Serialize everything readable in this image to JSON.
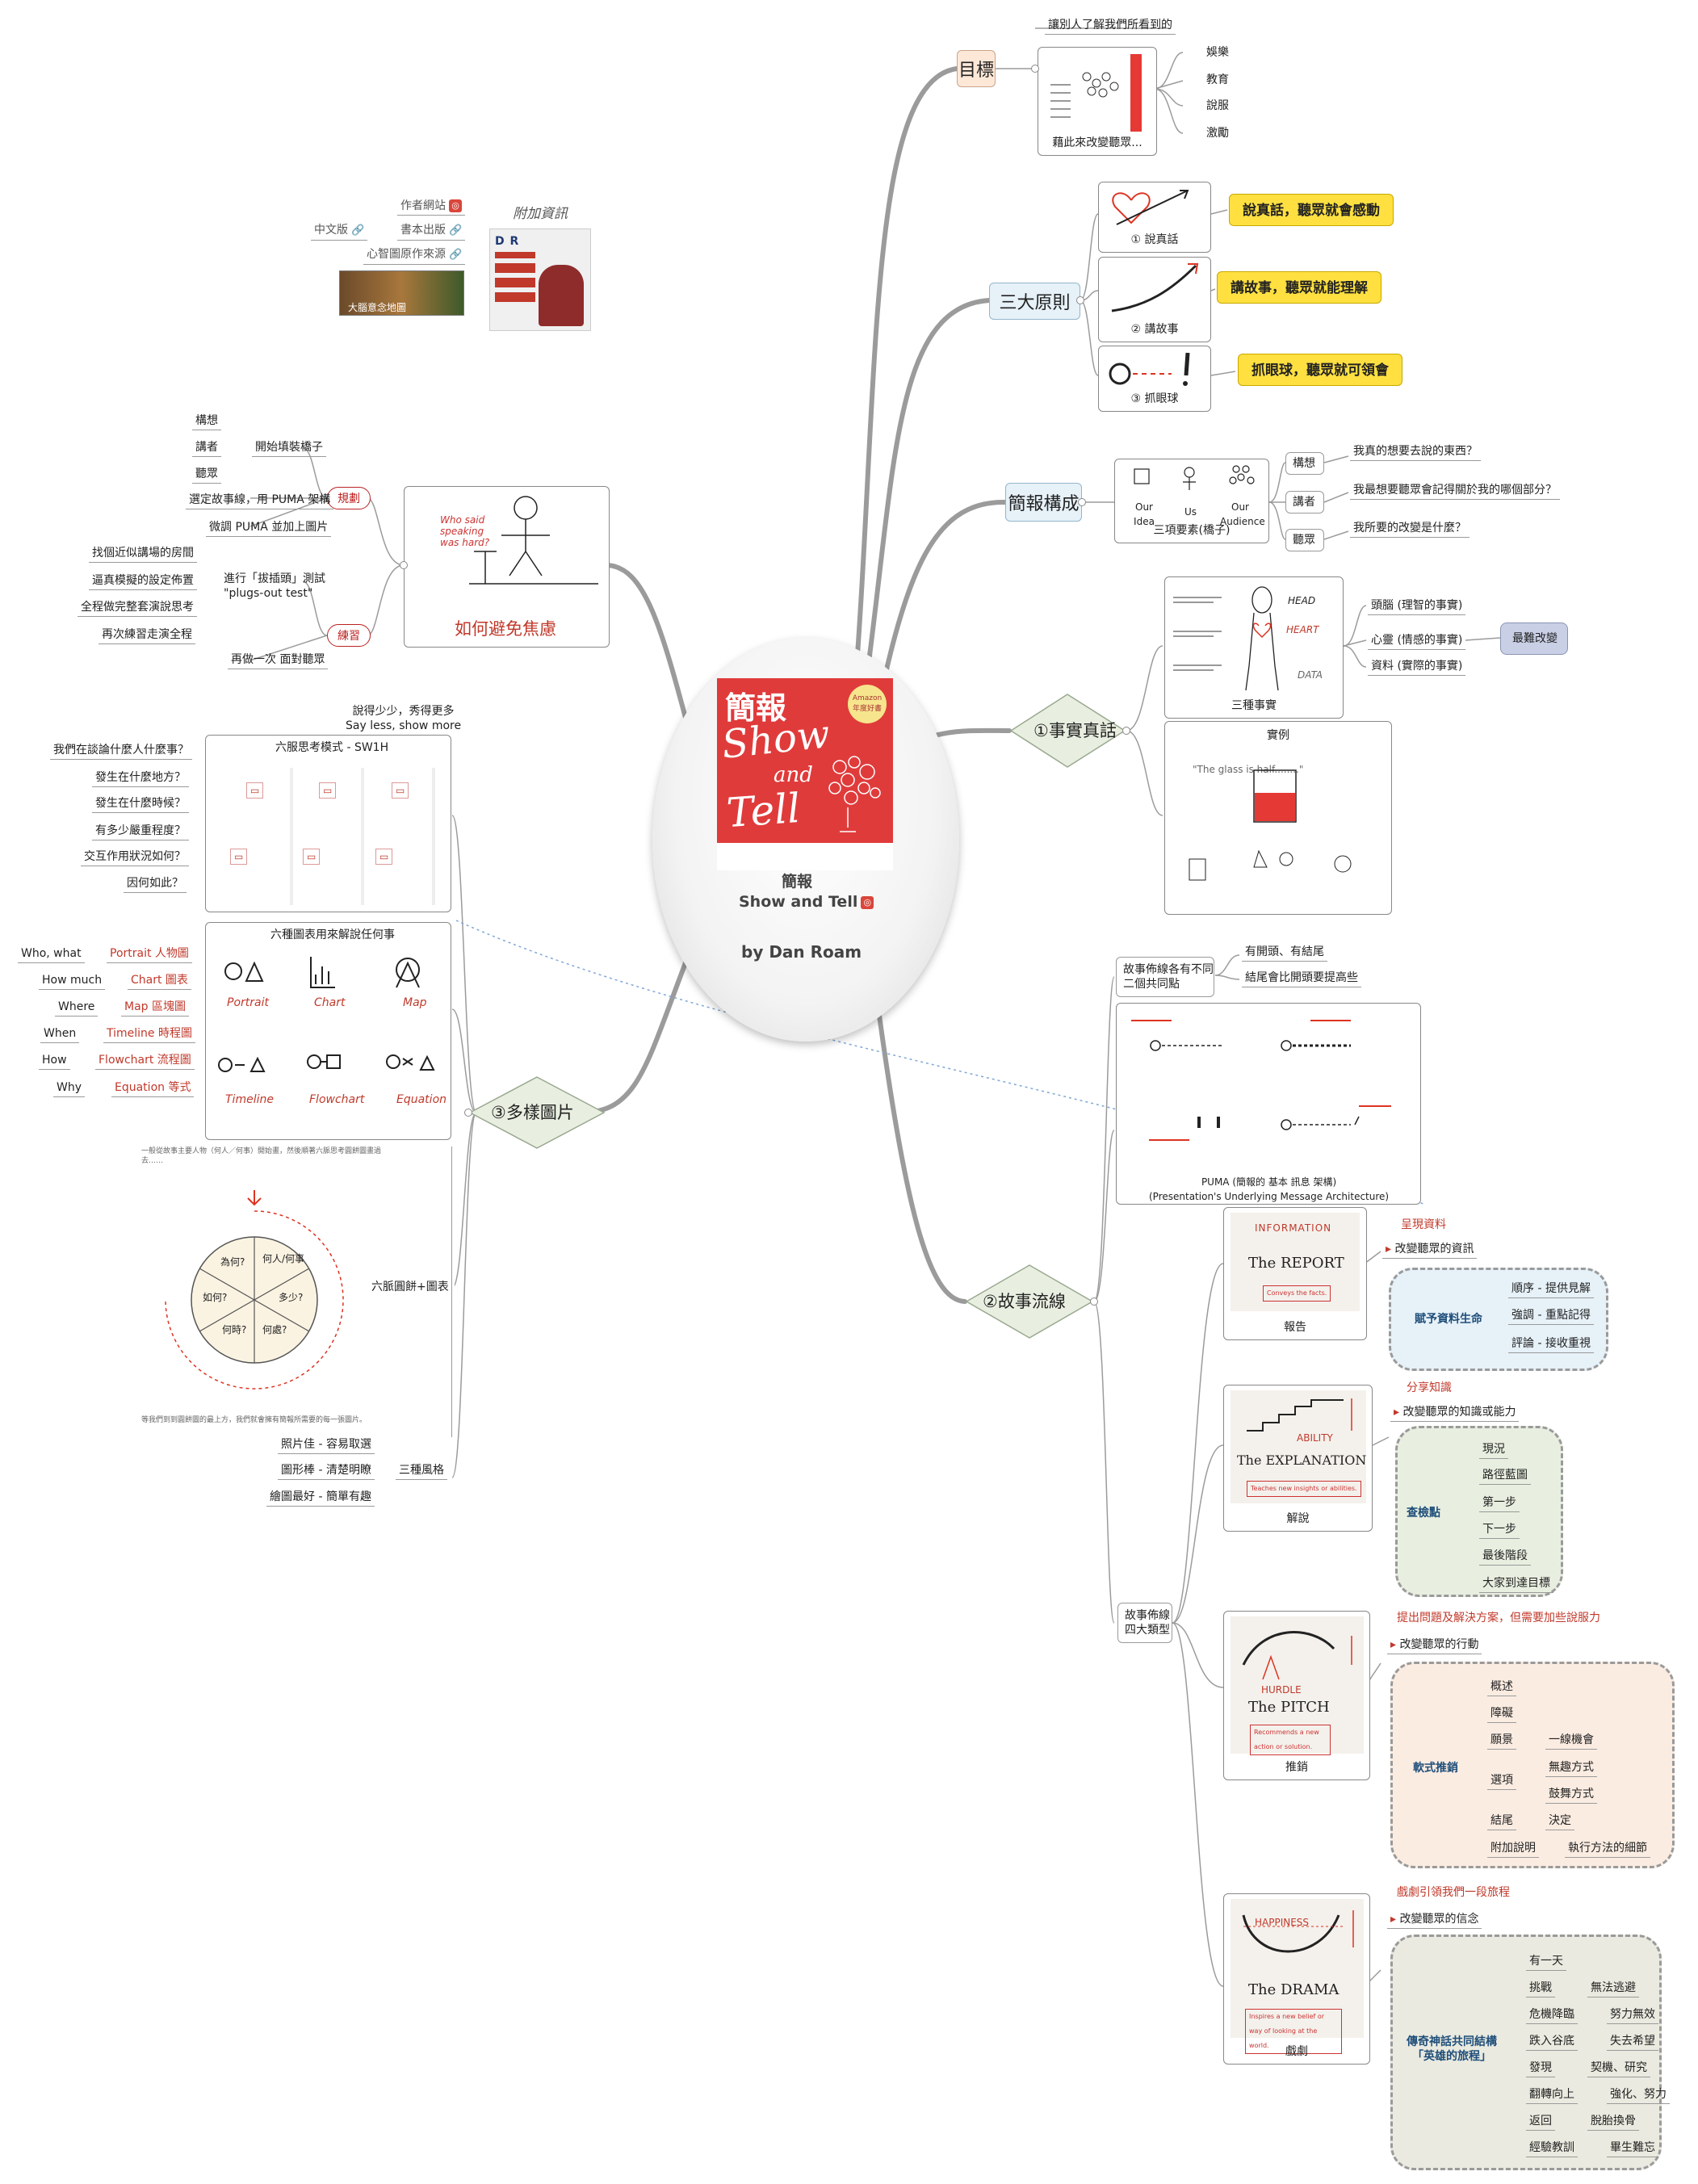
{
  "center": {
    "title": "簡報",
    "subtitle": "Show and Tell",
    "author": "by Dan Roam",
    "cover": {
      "title_top": "簡報",
      "title_show": "Show",
      "title_and": "and",
      "title_tell": "Tell",
      "badge": "Amazon 年度好書"
    }
  },
  "goal": {
    "label": "目標",
    "note": "讓別人了解我們所看到的",
    "caption": "藉此來改變聽眾...",
    "items": [
      "娛樂",
      "教育",
      "說服",
      "激勵"
    ]
  },
  "principles": {
    "label": "三大原則",
    "items": [
      {
        "caption": "① 說真話",
        "highlight": "說真話，聽眾就會感動"
      },
      {
        "caption": "② 講故事",
        "highlight": "講故事，聽眾就能理解"
      },
      {
        "caption": "③ 抓眼球",
        "highlight": "抓眼球，聽眾就可領會"
      }
    ]
  },
  "structure": {
    "label": "簡報構成",
    "caption": "三項要素(橋子)",
    "icons": [
      "Our Idea",
      "Us",
      "Our Audience"
    ],
    "items": [
      {
        "k": "構想",
        "v": "我真的想要去說的東西？"
      },
      {
        "k": "講者",
        "v": "我最想要聽眾會記得關於我的哪個部分？"
      },
      {
        "k": "聽眾",
        "v": "我所要的改變是什麼？"
      }
    ]
  },
  "truth": {
    "label": "①事實真話",
    "caption1": "三種事實",
    "caption2": "實例",
    "facts": [
      "頭腦 (理智的事實)",
      "心靈 (情感的事實)",
      "資料 (實際的事實)"
    ],
    "hardest": "最難改變",
    "fig_labels": [
      "HEAD",
      "HEART",
      "DATA"
    ],
    "glass_quote": "\"The glass is half........\""
  },
  "story": {
    "label": "②故事流線",
    "a": "故事佈線各有不同\n二個共同點",
    "a_items": [
      "有開頭、有結尾",
      "結尾會比開頭要提高些"
    ],
    "puma": "PUMA (簡報的 基本 訊息 架構)\n(Presentation's Underlying Message Architecture)",
    "types_label": "故事佈線\n四大類型",
    "report": {
      "caption": "報告",
      "head": "呈現資料",
      "sub": "改變聽眾的資訊",
      "key": "賦予資料生命",
      "items": [
        "順序 - 提供見解",
        "強調 - 重點記得",
        "評論 - 接收重視"
      ],
      "img": "The REPORT",
      "img_top": "INFORMATION",
      "img_box": "Conveys the facts."
    },
    "explain": {
      "caption": "解說",
      "head": "分享知識",
      "sub": "改變聽眾的知識或能力",
      "key": "查檢點",
      "items": [
        "現況",
        "路徑藍圖",
        "第一步",
        "下一步",
        "最後階段",
        "大家到達目標"
      ],
      "img": "The EXPLANATION",
      "img_top": "ABILITY",
      "img_box": "Teaches new insights or abilities."
    },
    "pitch": {
      "caption": "推銷",
      "head": "提出問題及解決方案，但需要加些說服力",
      "sub": "改變聽眾的行動",
      "key": "軟式推銷",
      "items": [
        {
          "k": "概述"
        },
        {
          "k": "障礙"
        },
        {
          "k": "願景",
          "v": [
            "一線機會"
          ]
        },
        {
          "k": "選項",
          "v": [
            "無趣方式",
            "鼓舞方式"
          ]
        },
        {
          "k": "結尾",
          "v": [
            "決定"
          ]
        },
        {
          "k": "附加說明",
          "v": [
            "執行方法的細節"
          ]
        }
      ],
      "img": "The PITCH",
      "img_top": "HURDLE",
      "img_box": "Recommends a new action or solution."
    },
    "drama": {
      "caption": "戲劇",
      "head": "戲劇引領我們一段旅程",
      "sub": "改變聽眾的信念",
      "key": "傳奇神話共同結構\n「英雄的旅程」",
      "items": [
        {
          "k": "有一天"
        },
        {
          "k": "挑戰",
          "v": "無法逃避"
        },
        {
          "k": "危機降臨",
          "v": "努力無效"
        },
        {
          "k": "跌入谷底",
          "v": "失去希望"
        },
        {
          "k": "發現",
          "v": "契機、研究"
        },
        {
          "k": "翻轉向上",
          "v": "強化、努力"
        },
        {
          "k": "返回",
          "v": "脫胎換骨"
        },
        {
          "k": "經驗教訓",
          "v": "畢生難忘"
        }
      ],
      "img": "The DRAMA",
      "img_top": "HAPPINESS",
      "img_box": "Inspires a new belief or way of looking at the world."
    }
  },
  "anxiety": {
    "label": "如何避免焦慮",
    "bubble": "Who said speaking was hard?",
    "plan": {
      "k": "規劃",
      "items": [
        "構想",
        "講者",
        "聽眾"
      ],
      "mid": "開始填裝橋子",
      "extra": [
        "選定故事線，用 PUMA 架構",
        "微調 PUMA 並加上圖片"
      ]
    },
    "practice": {
      "k": "練習",
      "items": [
        "找個近似講場的房間",
        "逼真模擬的設定佈置",
        "全程做完整套演說思考",
        "再次練習走演全程"
      ],
      "mid": "進行「拔插頭」測試\n\"plugs-out test\"",
      "extra": [
        "再做一次 面對聽眾"
      ]
    }
  },
  "extra_info": {
    "title": "附加資訊",
    "items": [
      "作者網站",
      "中文版",
      "書本出版",
      "心智圖原作來源"
    ],
    "map_label": "大腦意念地圖"
  },
  "pictures": {
    "label": "③多樣圖片",
    "tagline": "說得少少，秀得更多\nSay less, show more",
    "sixw": {
      "title": "六服思考模式 - SW1H",
      "qs": [
        "我們在談論什麼人什麼事？",
        "發生在什麼地方？",
        "發生在什麼時候？",
        "有多少嚴重程度？",
        "交互作用狀況如何？",
        "因何如此？"
      ]
    },
    "six": {
      "title": "六種圖表用來解說任何事",
      "rows": [
        {
          "q": "Who, what",
          "v": "Portrait 人物圖"
        },
        {
          "q": "How much",
          "v": "Chart 圖表"
        },
        {
          "q": "Where",
          "v": "Map 區塊圖"
        },
        {
          "q": "When",
          "v": "Timeline 時程圖"
        },
        {
          "q": "How",
          "v": "Flowchart 流程圖"
        },
        {
          "q": "Why",
          "v": "Equation 等式"
        }
      ],
      "icons": [
        "Portrait",
        "Chart",
        "Map",
        "Timeline",
        "Flowchart",
        "Equation"
      ]
    },
    "wheel": {
      "label": "六脈圓餅+圖表",
      "top": "一般從故事主要人物（何人／何事）開始畫，然後順著六脈思考圓餅圖畫過去……",
      "bottom": "等我們到到圓餅圖的最上方，我們就會擁有簡報所需要的每一張圖片。",
      "slices": [
        "何人/何事",
        "多少?",
        "何處?",
        "何時?",
        "如何?",
        "為何?"
      ]
    },
    "style": {
      "k": "三種風格",
      "items": [
        "照片佳 - 容易取選",
        "圖形棒 - 清楚明瞭",
        "繪圖最好 - 簡單有趣"
      ]
    }
  }
}
